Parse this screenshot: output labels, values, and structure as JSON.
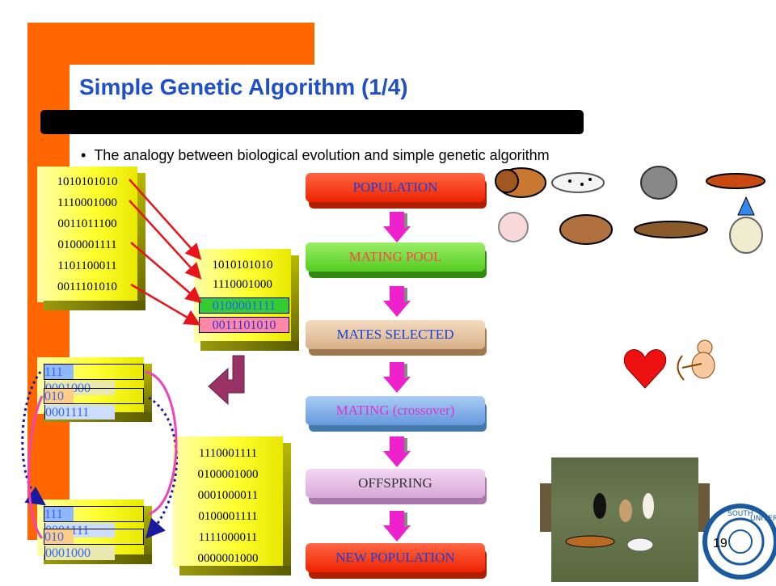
{
  "slide": {
    "title": "Simple Genetic Algorithm (1/4)",
    "bullet": "The analogy between biological evolution and simple genetic algorithm",
    "page_number": "19"
  },
  "population_box": [
    "1010101010",
    "1110001000",
    "0011011100",
    "0100001111",
    "1101100011",
    "0011101010"
  ],
  "selected_box": {
    "rows": [
      "1010101010",
      "1110001000"
    ],
    "highlight1": "0100001111",
    "highlight2": "0011101010"
  },
  "crossover_parents": [
    {
      "head": "111",
      "tail": "0001000"
    },
    {
      "head": "010",
      "tail": "0001111"
    }
  ],
  "crossover_children": [
    {
      "head": "111",
      "tail": "0001111"
    },
    {
      "head": "010",
      "tail": "0001000"
    }
  ],
  "offspring_box": [
    "1110001111",
    "0100001000",
    "0001000011",
    "0100001111",
    "1111000011",
    "0000001000"
  ],
  "flow": [
    {
      "label": "POPULATION",
      "color": "#ff3311",
      "text_color": "#1a3fd6"
    },
    {
      "label": "MATING POOL",
      "color": "#66dd33",
      "text_color": "#ff4444"
    },
    {
      "label": "MATES SELECTED",
      "color": "#e8c8a0",
      "text_color": "#1a3fd6"
    },
    {
      "label": "MATING (crossover)",
      "color": "#88bbee",
      "text_color": "#dd33cc"
    },
    {
      "label": "OFFSPRING",
      "color": "#e8c0e8",
      "text_color": "#333333"
    },
    {
      "label": "NEW POPULATION",
      "color": "#ff3311",
      "text_color": "#1a3fd6"
    }
  ],
  "colors": {
    "orange": "#ff6600",
    "title_blue": "#1f4fc9",
    "arrow_magenta": "#ee22cc",
    "red_line": "#e8141c",
    "green_chip": "#33cc33",
    "pink_chip": "#ff88aa"
  }
}
